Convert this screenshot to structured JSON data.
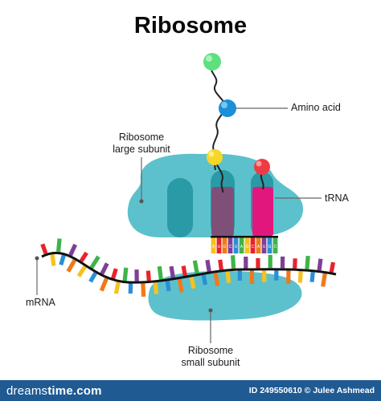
{
  "title": "Ribosome",
  "labels": {
    "amino_acid": "Amino acid",
    "large_subunit_line1": "Ribosome",
    "large_subunit_line2": "large subunit",
    "trna": "tRNA",
    "mrna": "mRNA",
    "small_subunit_line1": "Ribosome",
    "small_subunit_line2": "small subunit"
  },
  "footer": {
    "logo_prefix": "dreams",
    "logo_suffix": "time.com",
    "id_text": "ID 249550610",
    "author_text": "Julee Ashmead"
  },
  "codon_letters": "AUGCUAGC",
  "colors": {
    "ribosome": "#5cc1cc",
    "ribosome_dark": "#2a9aa6",
    "trna_purple": "#7e5078",
    "trna_magenta": "#e2177e",
    "mrna_line": "#111111",
    "bead_green": "#5fe07f",
    "bead_blue": "#1b8fd8",
    "bead_yellow": "#f6d626",
    "bead_red": "#ef3b43",
    "footer_bg": "#1f5a93"
  },
  "nucleotide_colors": [
    "#e8232c",
    "#f7c21d",
    "#3fb449",
    "#2b8fd6",
    "#7f3f98",
    "#ef7a1a"
  ]
}
